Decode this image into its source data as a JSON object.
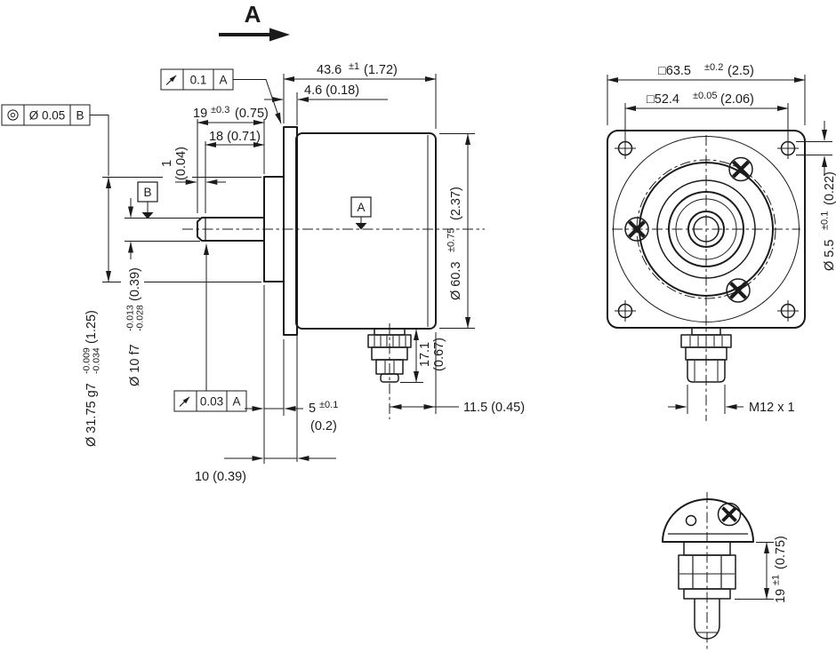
{
  "drawing": {
    "view_label": "A",
    "icons": {
      "runout": "↗",
      "concentricity": "◎"
    }
  },
  "frames": {
    "concentricity": {
      "tolerance": "Ø 0.05",
      "datum": "B"
    },
    "runout_face": {
      "tolerance": "0.1",
      "datum": "A"
    },
    "runout_shaft": {
      "tolerance": "0.03",
      "datum": "A"
    },
    "datum_a": "A",
    "datum_b": "B"
  },
  "side_view": {
    "depth_total": {
      "mm": "43.6",
      "tol": "±1",
      "inch": "(1.72)"
    },
    "face_to_body": "4.6 (0.18)",
    "shaft_length": {
      "mm": "19",
      "tol": "±0.3",
      "inch": "(0.75)"
    },
    "shaft_usable": "18 (0.71)",
    "groove": {
      "mm": "1",
      "inch": "(0.04)"
    },
    "body_dia": {
      "mm": "Ø 60.3",
      "tol": "±0.75",
      "inch": "(2.37)"
    },
    "conn_height": {
      "mm": "17.1",
      "inch": "(0.67)"
    },
    "conn_offset": "11.5 (0.45)",
    "pilot_len": {
      "mm": "5",
      "tol": "±0.1",
      "inch": "(0.2)"
    },
    "flange_len": "10 (0.39)",
    "shaft_fit": {
      "mm": "Ø 10 f7",
      "tol_up": "-0.013",
      "tol_low": "-0.028",
      "inch": "(0.39)"
    },
    "pilot_fit": {
      "mm": "Ø 31.75 g7",
      "tol_up": "-0.009",
      "tol_low": "-0.034",
      "inch": "(1.25)"
    }
  },
  "front_view": {
    "flange_size": {
      "mm": "□63.5",
      "tol": "±0.2",
      "inch": "(2.5)"
    },
    "hole_pitch": {
      "mm": "□52.4",
      "tol": "±0.05",
      "inch": "(2.06)"
    },
    "hole_dia": {
      "mm": "Ø 5.5",
      "tol": "±0.1",
      "inch": "(0.22)"
    },
    "thread": "M12 x 1"
  },
  "detail_view": {
    "cable_height": {
      "mm": "19",
      "tol": "±1",
      "inch": "(0.75)"
    }
  }
}
